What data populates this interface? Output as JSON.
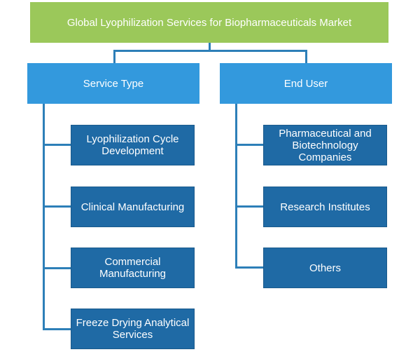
{
  "title": "Global Lyophilization Services for Biopharmaceuticals Market",
  "categories": [
    {
      "label": "Service Type",
      "items": [
        "Lyophilization Cycle\nDevelopment",
        "Clinical Manufacturing",
        "Commercial\nManufacturing",
        "Freeze Drying Analytical\nServices"
      ]
    },
    {
      "label": "End User",
      "items": [
        "Pharmaceutical and\nBiotechnology\nCompanies",
        "Research Institutes",
        "Others"
      ]
    }
  ],
  "colors": {
    "root": "#9bc85a",
    "category": "#3399dd",
    "leaf": "#1f6aa5",
    "connector": "#2d7fb8"
  }
}
